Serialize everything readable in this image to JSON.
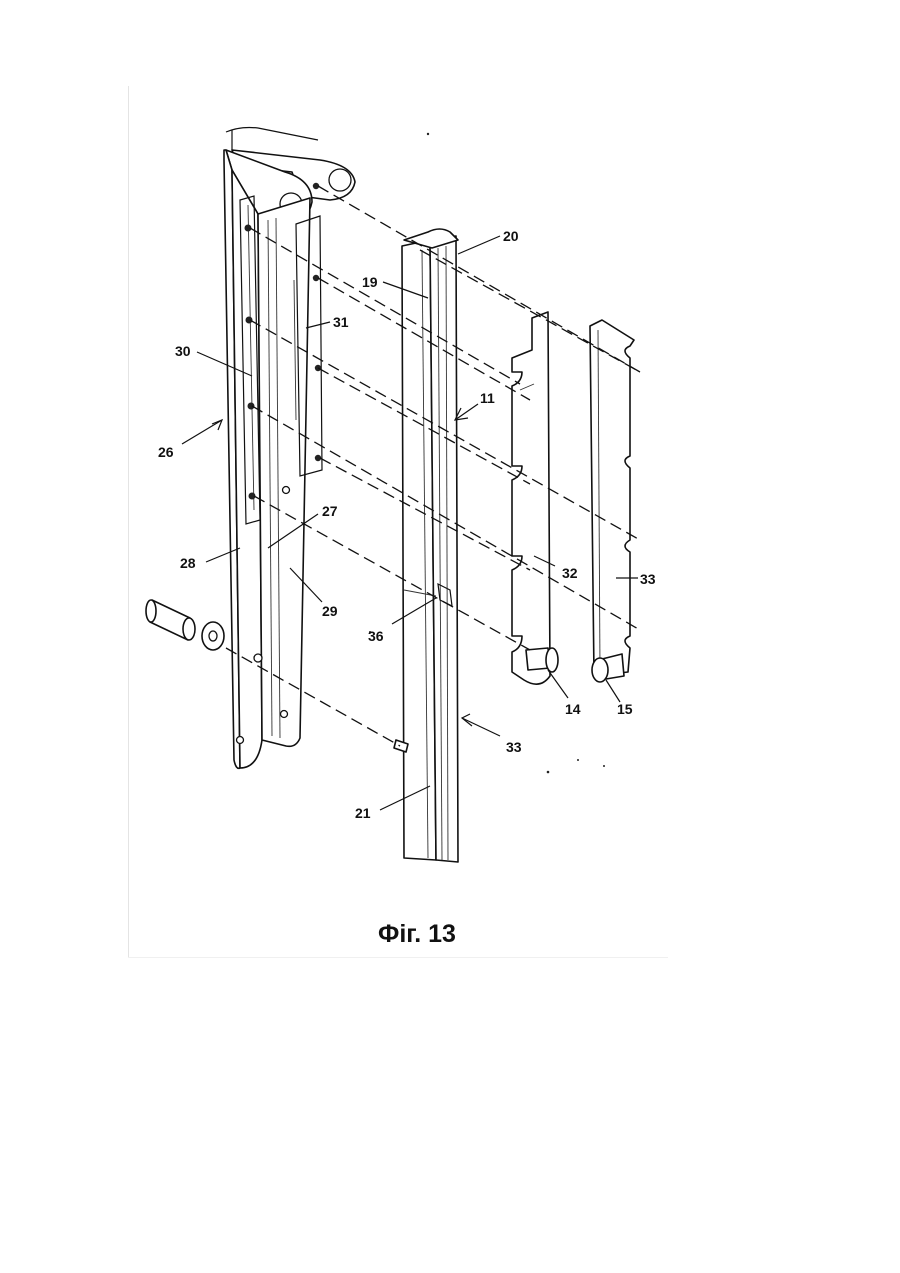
{
  "figure": {
    "caption": "Фіг. 13",
    "reference_numerals": {
      "r20": "20",
      "r19": "19",
      "r31": "31",
      "r30": "30",
      "r11": "11",
      "r26": "26",
      "r27": "27",
      "r28": "28",
      "r29": "29",
      "r32": "32",
      "r33_plate": "33",
      "r36": "36",
      "r14": "14",
      "r15": "15",
      "r33_arrow": "33",
      "r21": "21"
    }
  }
}
